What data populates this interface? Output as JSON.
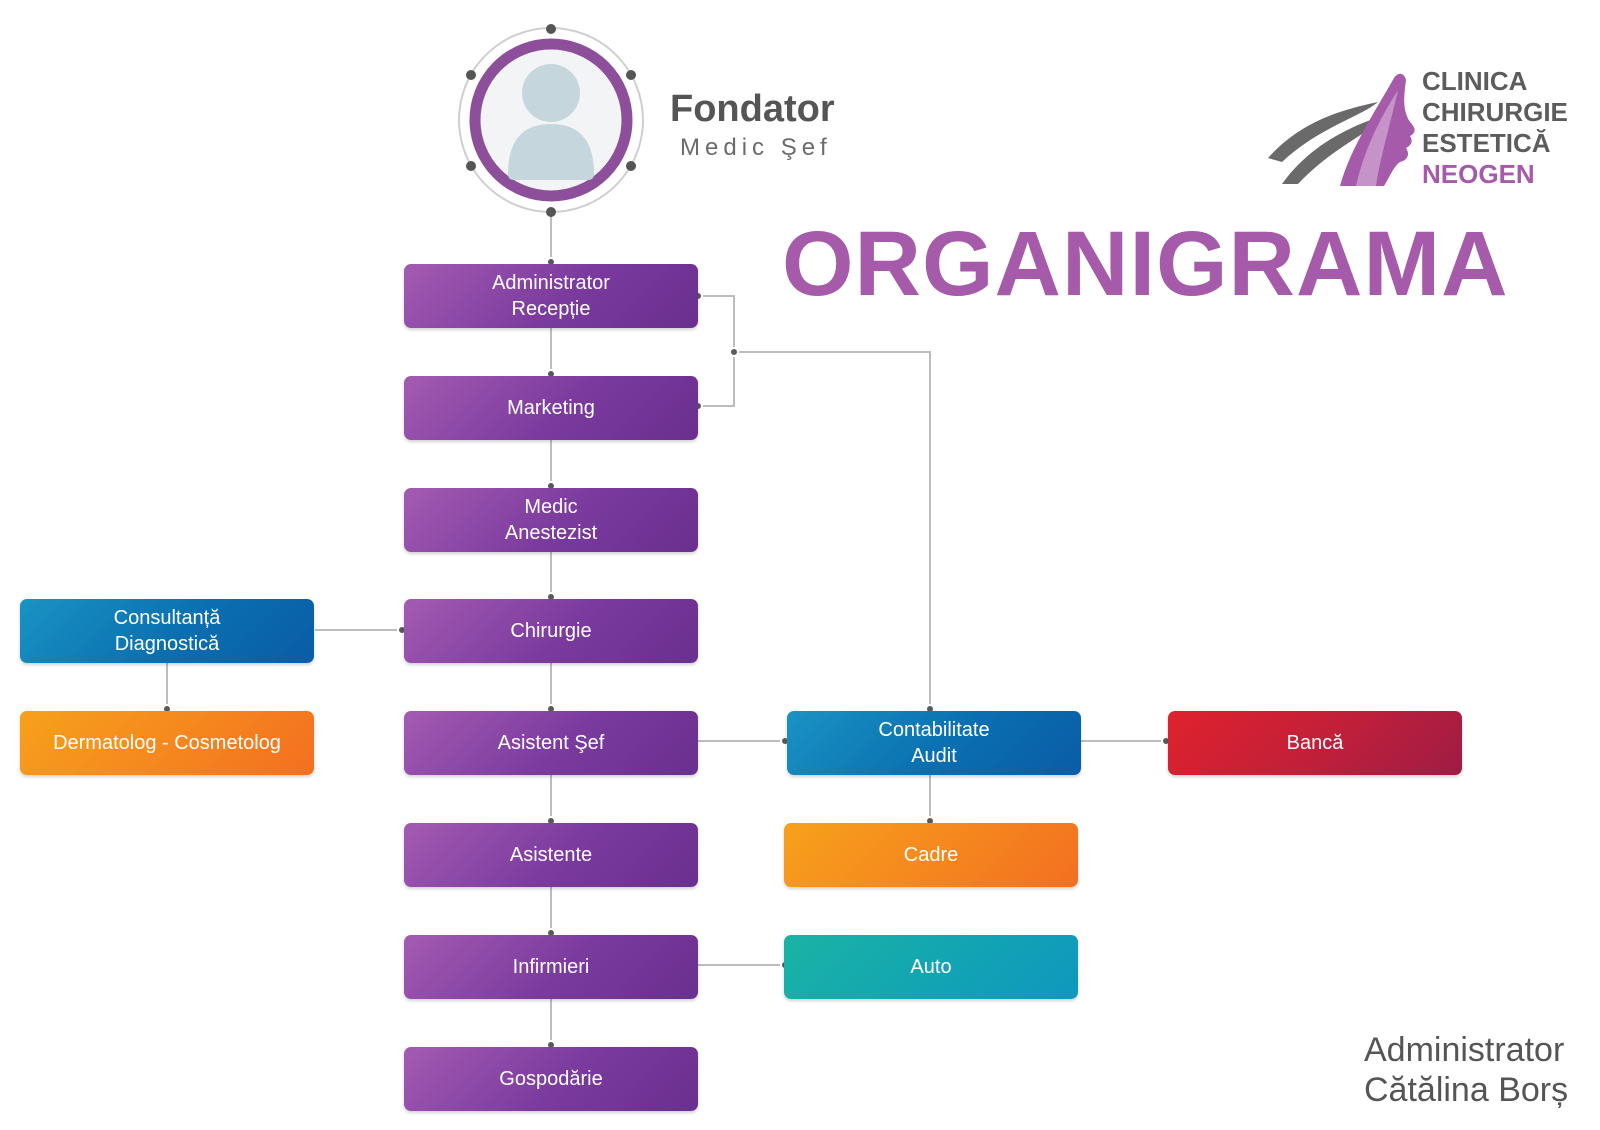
{
  "header": {
    "fondator_title": "Fondator",
    "fondator_subtitle": "Medic Şef",
    "main_title": "ORGANIGRAMA"
  },
  "logo": {
    "line1": "CLINICA",
    "line2": "CHIRURGIE",
    "line3": "ESTETICĂ",
    "line4": "NEOGEN",
    "accent_color": "#a65aaa",
    "text_color": "#5c5c5c"
  },
  "nodes": {
    "administrator_receptie": {
      "line1": "Administrator",
      "line2": "Recepție"
    },
    "marketing": {
      "line1": "Marketing"
    },
    "medic_anestezist": {
      "line1": "Medic",
      "line2": "Anestezist"
    },
    "chirurgie": {
      "line1": "Chirurgie"
    },
    "asistent_sef": {
      "line1": "Asistent Şef"
    },
    "asistente": {
      "line1": "Asistente"
    },
    "infirmieri": {
      "line1": "Infirmieri"
    },
    "gospodarie": {
      "line1": "Gospodărie"
    },
    "consultanta_diagnostica": {
      "line1": "Consultanță",
      "line2": "Diagnostică"
    },
    "dermatolog_cosmetolog": {
      "line1": "Dermatolog - Cosmetolog"
    },
    "contabilitate_audit": {
      "line1": "Contabilitate",
      "line2": "Audit"
    },
    "banca": {
      "line1": "Bancă"
    },
    "cadre": {
      "line1": "Cadre"
    },
    "auto": {
      "line1": "Auto"
    }
  },
  "signature": {
    "line1": "Administrator",
    "line2": "Cătălina Borș"
  },
  "colors": {
    "purple": "#7a3a9e",
    "blue": "#0a6fb0",
    "orange": "#f5861e",
    "red": "#c01f3a",
    "teal": "#12a4b3",
    "connector": "#bdbdbd"
  }
}
